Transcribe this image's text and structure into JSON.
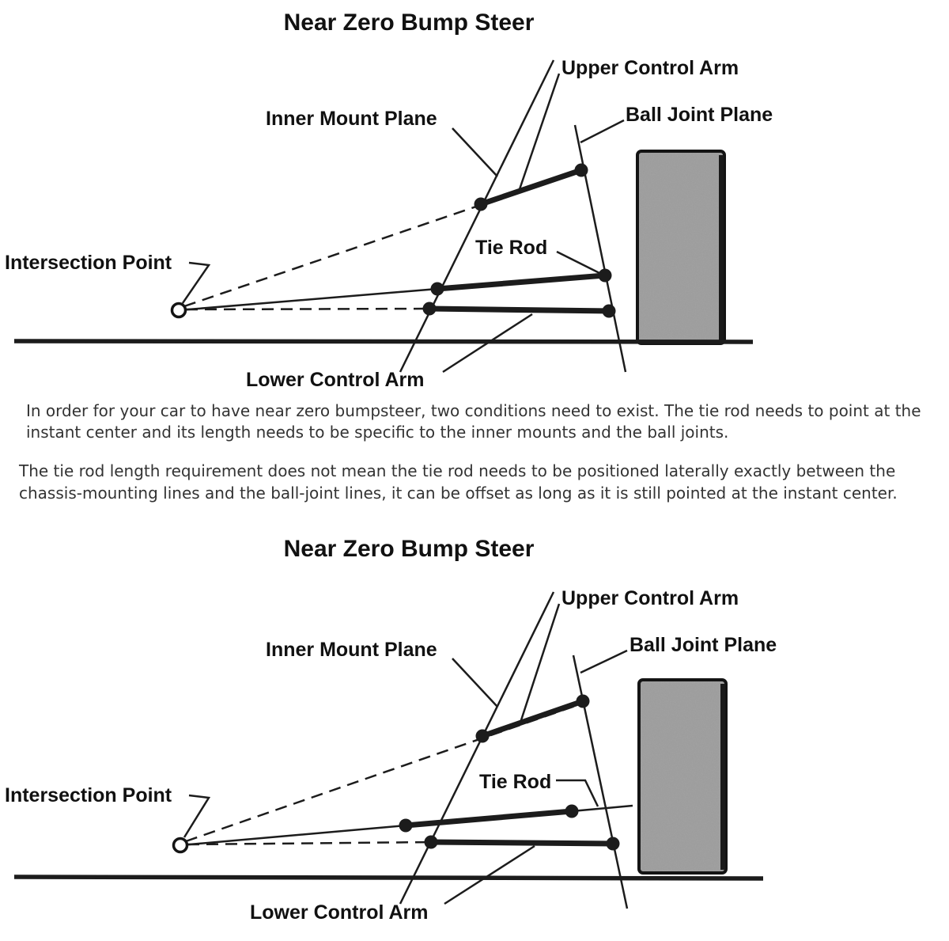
{
  "sections": [
    {
      "title": "Near Zero Bump Steer",
      "labels": {
        "upper_control_arm": "Upper Control Arm",
        "inner_mount_plane": "Inner Mount Plane",
        "ball_joint_plane": "Ball Joint Plane",
        "tie_rod": "Tie Rod",
        "intersection_point": "Intersection Point",
        "lower_control_arm": "Lower Control Arm"
      }
    },
    {
      "title": "Near Zero Bump Steer",
      "labels": {
        "upper_control_arm": "Upper Control Arm",
        "inner_mount_plane": "Inner Mount Plane",
        "ball_joint_plane": "Ball Joint Plane",
        "tie_rod": "Tie Rod",
        "intersection_point": "Intersection Point",
        "lower_control_arm": "Lower Control Arm"
      }
    }
  ],
  "paragraphs": [
    "In order for your car to have near zero bumpsteer, two conditions need to exist. The tie rod needs to point at the instant center and its length needs to be specific to the inner mounts and the ball joints.",
    "The tie rod length requirement does not mean the tie rod needs to be positioned laterally exactly between the chassis-mounting lines and the ball-joint lines, it can be offset as long as it is still pointed at the instant center."
  ],
  "colors": {
    "ink": "#1c1c1c",
    "label_text": "#111111",
    "paragraph_text": "#333333",
    "tire_fill": "#a2a2a2",
    "tire_border": "#141414",
    "background": "#ffffff"
  }
}
